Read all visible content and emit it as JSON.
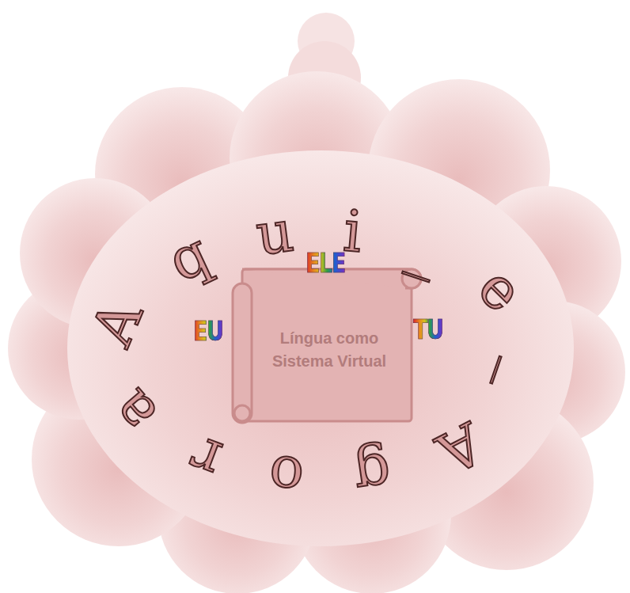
{
  "diagram": {
    "nodes": [
      {
        "text": [
          "Aqui_e_Agora"
        ]
      },
      {
        "text": [
          "Língua como Sistema Virtual"
        ],
        "in": 0
      }
    ],
    "labels": [
      "ELE",
      "EU",
      "TU"
    ]
  }
}
